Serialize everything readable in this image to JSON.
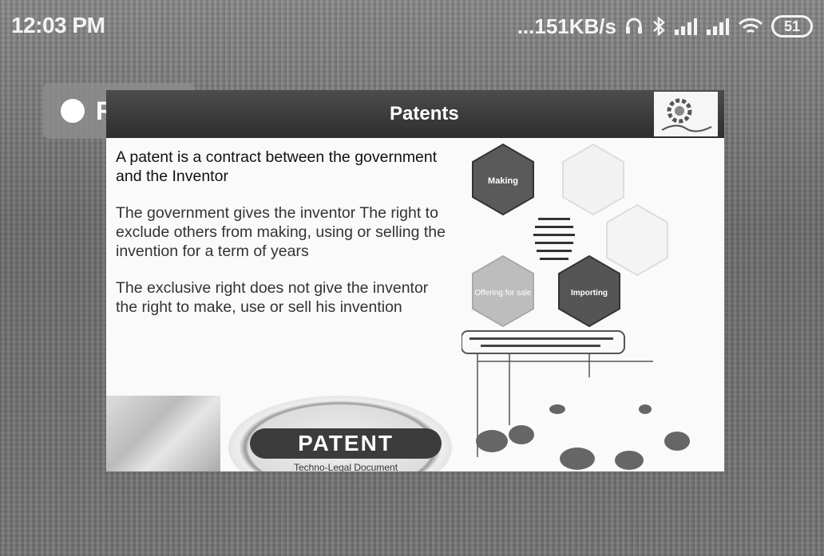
{
  "status_bar": {
    "time": "12:03 PM",
    "speed": "151KB/s",
    "battery": "51",
    "icons": [
      "headset-icon",
      "bluetooth-icon",
      "signal-icon",
      "signal-icon",
      "wifi-icon",
      "battery-icon"
    ]
  },
  "recording": {
    "label": "REC"
  },
  "slide": {
    "title": "Patents",
    "paragraphs": [
      "A patent is a contract between the government and the Inventor",
      "The government gives the inventor The right to exclude others from making, using or selling the invention for a term of years",
      "The exclusive right does not give the inventor the right to make, use or sell his invention"
    ],
    "patent_badge": {
      "word": "PATENT",
      "subtitle": "Techno-Legal Document"
    },
    "diagram": {
      "hex_labels": [
        "Making",
        "Offering for sale",
        "Importing"
      ]
    }
  },
  "colors": {
    "background": "#7d7d7d",
    "slide_header": "#3a3a3a",
    "hex_dark": "#555555",
    "hex_light": "#bdbdbd"
  }
}
